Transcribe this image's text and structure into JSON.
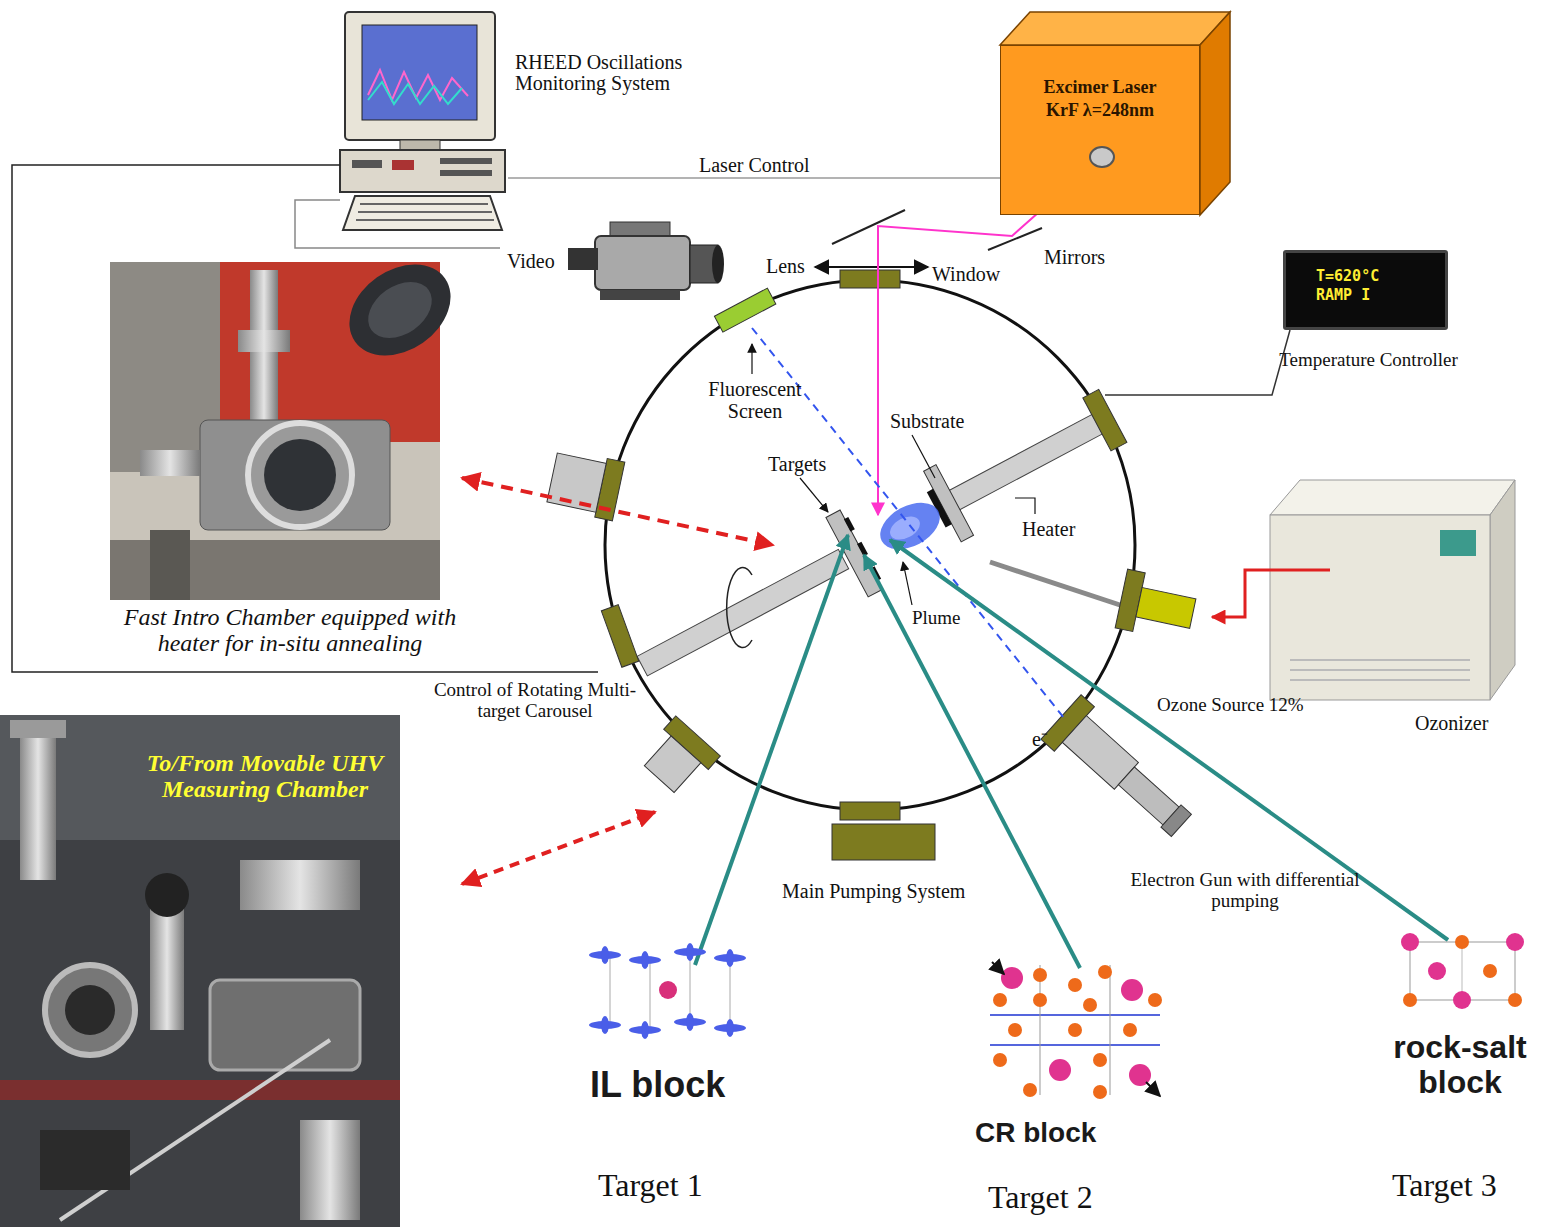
{
  "diagram": {
    "nodes": [
      {
        "text": [
          "RHEED Oscillations Monitoring System"
        ]
      },
      {
        "text": [
          "Excimer Laser KrF λ=248nm"
        ]
      },
      {
        "text": [
          "T=620°C RAMP I",
          "Temperature Controller"
        ]
      }
    ],
    "edges": [
      {
        "from": 0,
        "to": 1,
        "arrow": "none",
        "label": "Laser Control"
      }
    ],
    "labels": [
      "Video",
      "Lens",
      "Window",
      "Mirrors",
      "Fluorescent Screen",
      "Substrate",
      "Targets",
      "Heater",
      "Plume",
      "e⁻",
      "Fast Intro Chamber equipped with heater for in-situ annealing",
      "Control of Rotating Multi-target Carousel",
      "To/From Movable UHV Measuring Chamber",
      "Ozone Source 12%",
      "Ozonizer",
      "Main Pumping System",
      "Electron Gun with differential pumping",
      "IL block",
      "CR block",
      "rock-salt block",
      "Target 1",
      "Target 2",
      "Target 3"
    ]
  }
}
